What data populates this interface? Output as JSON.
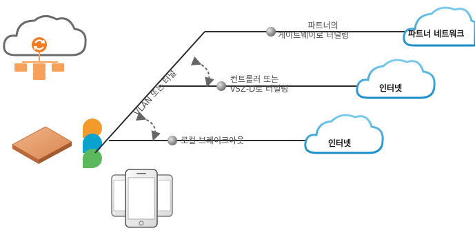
{
  "diagram": {
    "tunnel_label": "VLAN 또는 터널",
    "paths": [
      {
        "label_line1": "파트너의",
        "label_line2": "게이트웨이로 터널링",
        "cloud": "파트너 네트워크"
      },
      {
        "label_line1": "컨트롤러 또는",
        "label_line2": "vSZ-D로 터널링",
        "cloud": "인터넷"
      },
      {
        "label_line1": "로컬 브레이크아웃",
        "cloud": "인터넷"
      }
    ]
  },
  "colors": {
    "line": "#2b2b2b",
    "cloud_fill": "#ffffff",
    "cloud_stroke_top": "#6fc3ea",
    "cloud_stroke_bottom": "#1a8dc8",
    "mgmt_cloud_stroke": "#6b6b6b",
    "mgmt_orange": "#f7a05a",
    "ap_body": "#e8a070",
    "bubble_orange": "#f39a2d",
    "bubble_blue": "#0aa3cf",
    "bubble_green": "#5cb85c",
    "arrow": "#666666"
  },
  "icons": [
    "management-cloud-icon",
    "access-point-icon",
    "chat-bubbles-icon",
    "smartphones-icon"
  ]
}
